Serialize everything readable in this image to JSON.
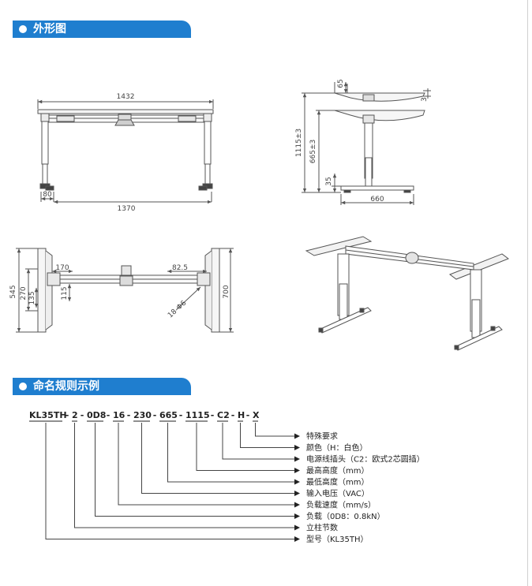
{
  "sections": {
    "outline_title": "外形图",
    "naming_title": "命名规则示例"
  },
  "colors": {
    "accent": "#1f7ecf",
    "line": "#555555",
    "light": "#9a9a9a"
  },
  "front_view": {
    "top_width": "1432",
    "leg_offset": "80",
    "leg_span": "1370"
  },
  "side_view": {
    "top_thickness": "65",
    "edge": "3",
    "max_height": "1115±3",
    "min_height": "665±3",
    "foot_height": "35",
    "foot_length": "660"
  },
  "top_view": {
    "depth_outer": "545",
    "depth_mid": "270",
    "depth_small": "135",
    "width": "700",
    "bracket_len": "170",
    "bracket_offset": "115",
    "hole_spacing": "82.5",
    "holes": "18-Φ6"
  },
  "naming": {
    "segments": [
      "KL35TH",
      "2",
      "0D8",
      "16",
      "230",
      "665",
      "1115",
      "C2",
      "H",
      "X"
    ],
    "labels": [
      "特殊要求",
      "颜色（H：白色）",
      "电源线插头（C2：欧式2芯圆插）",
      "最高高度（mm）",
      "最低高度（mm）",
      "输入电压（VAC）",
      "负载速度（mm/s）",
      "负载（0D8：0.8kN）",
      "立柱节数",
      "型号（KL35TH）"
    ]
  }
}
